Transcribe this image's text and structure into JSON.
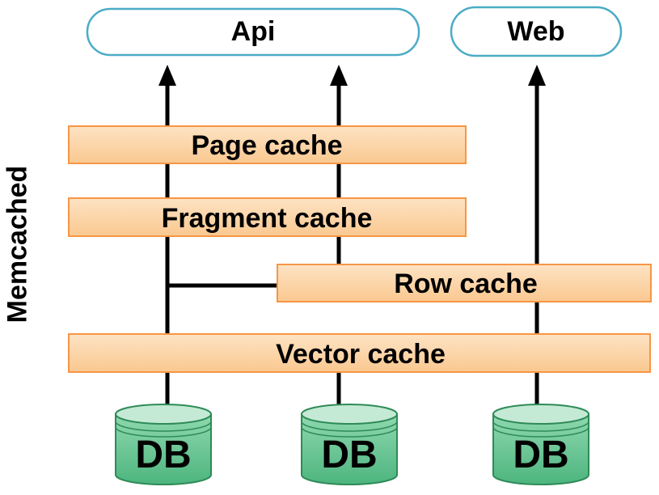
{
  "side_label": "Memcached",
  "clients": {
    "api": "Api",
    "web": "Web"
  },
  "caches": {
    "page": "Page cache",
    "fragment": "Fragment cache",
    "row": "Row cache",
    "vector": "Vector cache"
  },
  "databases": [
    "DB",
    "DB",
    "DB"
  ],
  "colors": {
    "cache_fill": "#FCD5A8",
    "cache_border": "#F79646",
    "client_border": "#4BACC6",
    "db_fill": "#6FCB9B",
    "db_top": "#BFE8D2",
    "db_border": "#2E8B57",
    "line": "#000000"
  }
}
